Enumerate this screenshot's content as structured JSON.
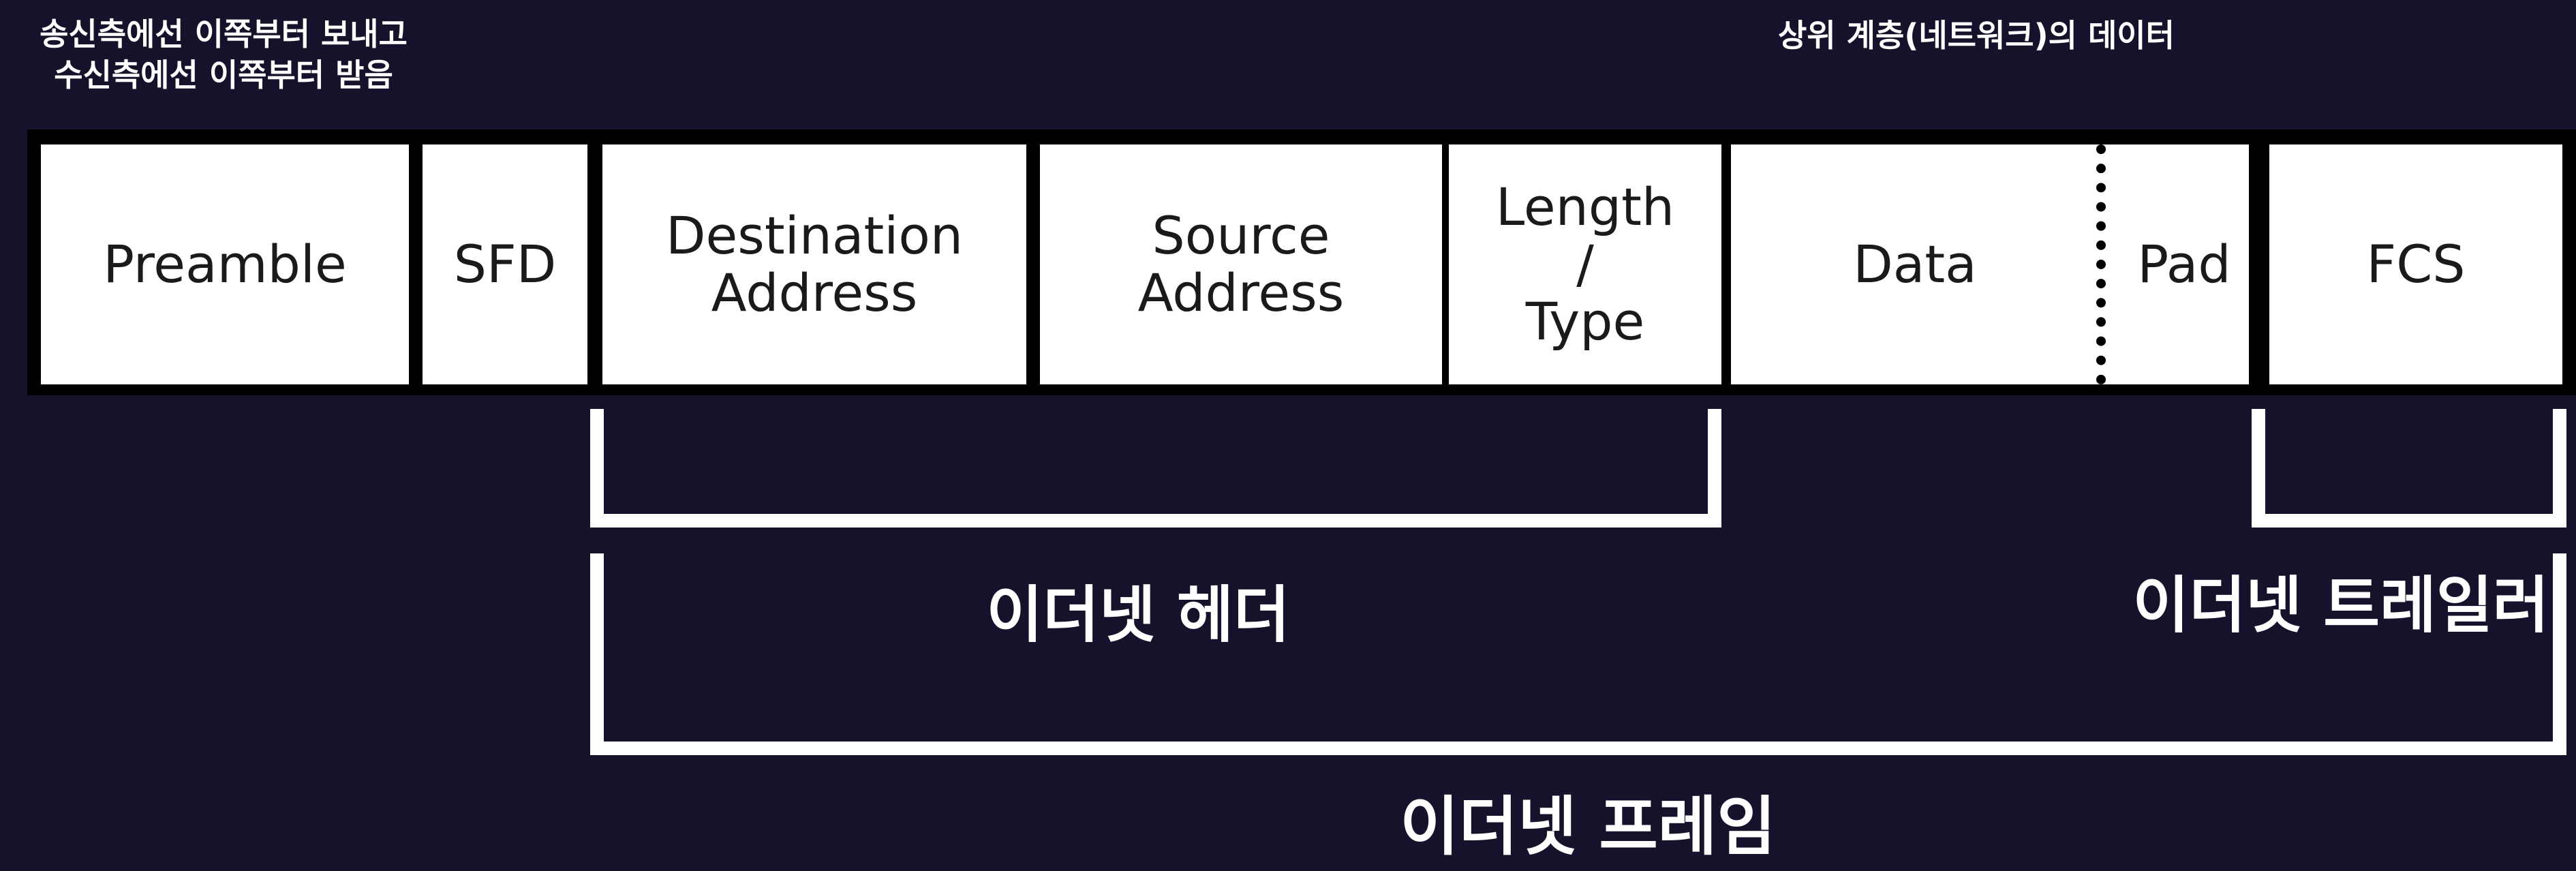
{
  "notes": {
    "left": "송신측에선 이쪽부터 보내고\n수신측에선 이쪽부터 받음",
    "top": "상위 계층(네트워크)의 데이터"
  },
  "fields": {
    "preamble": "Preamble",
    "sfd": "SFD",
    "destination": "Destination\nAddress",
    "source": "Source\nAddress",
    "length_type": "Length\n/\nType",
    "data": "Data",
    "pad": "Pad",
    "fcs": "FCS"
  },
  "brackets": {
    "header": "이더넷 헤더",
    "trailer": "이더넷 트레일러",
    "frame": "이더넷 프레임"
  },
  "colors": {
    "background": "#15132b",
    "frame_border": "#000000",
    "cell": "#ffffff",
    "text": "#ffffff"
  }
}
